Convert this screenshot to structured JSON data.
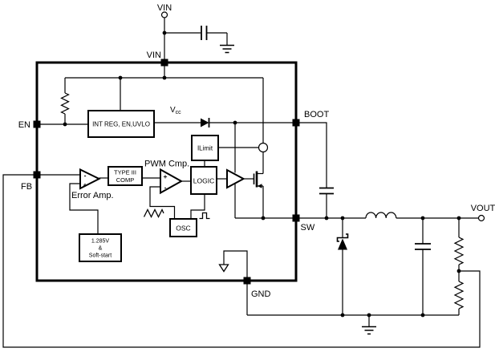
{
  "schematic": {
    "terminals": {
      "input": "VIN",
      "output": "VOUT"
    },
    "pins": {
      "vin": "VIN",
      "en": "EN",
      "fb": "FB",
      "boot": "BOOT",
      "sw": "SW",
      "gnd": "GND"
    },
    "blocks": {
      "int_reg": "INT REG, EN,UVLO",
      "ilimit": "ILimit",
      "type3": {
        "line1": "TYPE III",
        "line2": "COMP"
      },
      "logic": "LOGIC",
      "osc": "OSC",
      "ref": {
        "line1": "1.285V",
        "line2": "&",
        "line3": "Soft-start"
      }
    },
    "labels": {
      "vcc_base": "V",
      "vcc_sub": "cc",
      "pwm_cmp": "PWM Cmp.",
      "error_amp": "Error Amp.",
      "plus": "+",
      "minus": "-"
    },
    "colors": {
      "line": "#000000",
      "background": "#ffffff"
    }
  }
}
